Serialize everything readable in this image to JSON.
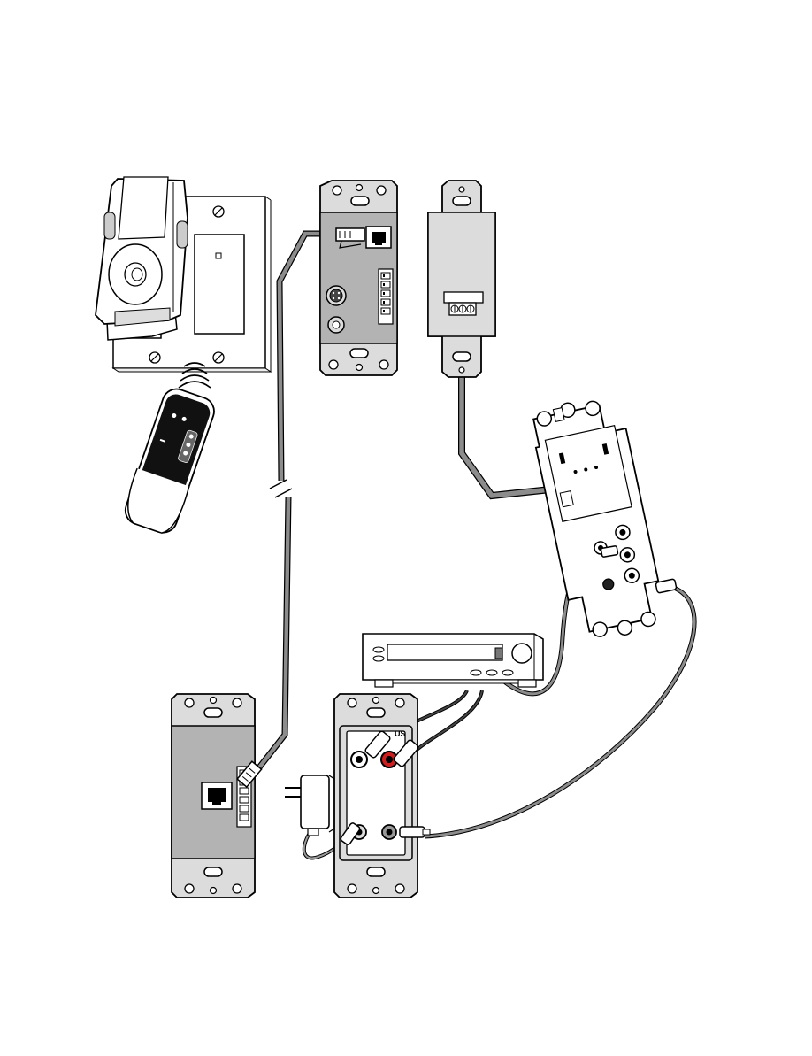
{
  "diagram": {
    "devices": {
      "docked_player": "docked-media-player",
      "remote": "ir-remote-control",
      "ir_wall_plate": "rj45-svideo-wall-plate",
      "keypad_plate": "terminal-block-wall-plate",
      "bracket": "mounting-bracket-module",
      "receiver": "av-receiver",
      "rj45_hub_plate": "rj45-hub-wall-plate",
      "rca_plate": "rca-audio-wall-plate",
      "power_adapter": "power-adapter"
    },
    "labels": {
      "rca_plate_marking": "US"
    },
    "cable_break_symbol": "//"
  },
  "colors": {
    "plate_fill": "#dcdcdc",
    "panel_fill": "#b3b3b3",
    "cable_gray": "#8c8c8c",
    "rca_red": "#cc1f1f",
    "outline": "#000000",
    "remote_body": "#111111"
  }
}
